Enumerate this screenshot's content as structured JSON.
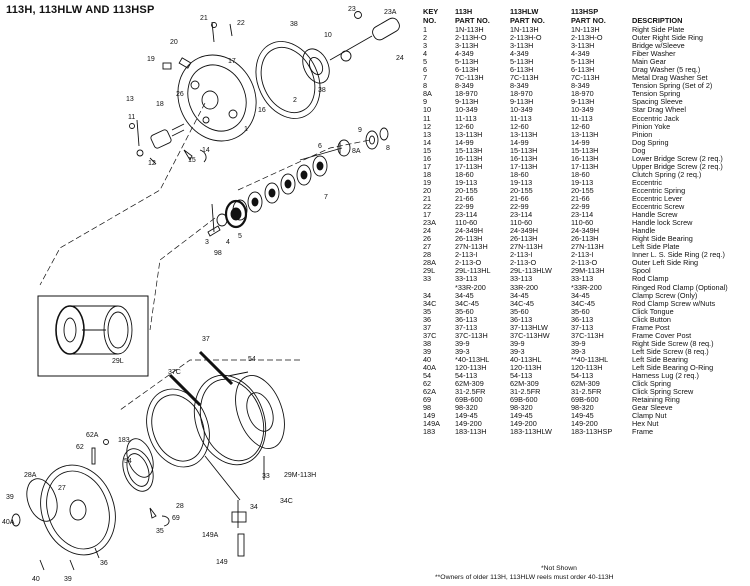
{
  "title": "113H, 113HLW AND 113HSP",
  "headers": {
    "key_1": "KEY",
    "key_2": "NO.",
    "c113h_1": "113H",
    "c113h_2": "PART NO.",
    "c113hlw_1": "113HLW",
    "c113hlw_2": "PART NO.",
    "c113hsp_1": "113HSP",
    "c113hsp_2": "PART NO.",
    "desc": "DESCRIPTION"
  },
  "rows": [
    [
      "1",
      "1N-113H",
      "1N-113H",
      "1N-113H",
      "Right Side Plate"
    ],
    [
      "2",
      "2-113H-O",
      "2-113H-O",
      "2-113H-O",
      "Outer Right Side Ring"
    ],
    [
      "3",
      "3-113H",
      "3-113H",
      "3-113H",
      "Bridge w/Sleeve"
    ],
    [
      "4",
      "4-349",
      "4-349",
      "4-349",
      "Fiber Washer"
    ],
    [
      "5",
      "5-113H",
      "5-113H",
      "5-113H",
      "Main Gear"
    ],
    [
      "6",
      "6-113H",
      "6-113H",
      "6-113H",
      "Drag Washer (5 req.)"
    ],
    [
      "7",
      "7C-113H",
      "7C-113H",
      "7C-113H",
      "Metal Drag Washer Set"
    ],
    [
      "8",
      "8-349",
      "8-349",
      "8-349",
      "Tension Spring (Set of 2)"
    ],
    [
      "8A",
      "18-970",
      "18-970",
      "18-970",
      "Tension Spring"
    ],
    [
      "9",
      "9-113H",
      "9-113H",
      "9-113H",
      "Spacing Sleeve"
    ],
    [
      "10",
      "10-349",
      "10-349",
      "10-349",
      "Star Drag Wheel"
    ],
    [
      "11",
      "11-113",
      "11-113",
      "11-113",
      "Eccentric Jack"
    ],
    [
      "12",
      "12-60",
      "12-60",
      "12-60",
      "Pinion Yoke"
    ],
    [
      "13",
      "13-113H",
      "13-113H",
      "13-113H",
      "Pinion"
    ],
    [
      "14",
      "14-99",
      "14-99",
      "14-99",
      "Dog Spring"
    ],
    [
      "15",
      "15-113H",
      "15-113H",
      "15-113H",
      "Dog"
    ],
    [
      "16",
      "16-113H",
      "16-113H",
      "16-113H",
      "Lower Bridge Screw (2 req.)"
    ],
    [
      "17",
      "17-113H",
      "17-113H",
      "17-113H",
      "Upper Bridge Screw (2 req.)"
    ],
    [
      "18",
      "18-60",
      "18-60",
      "18-60",
      "Clutch Spring (2 req.)"
    ],
    [
      "19",
      "19-113",
      "19-113",
      "19-113",
      "Eccentric"
    ],
    [
      "20",
      "20-155",
      "20-155",
      "20-155",
      "Eccentric Spring"
    ],
    [
      "21",
      "21-66",
      "21-66",
      "21-66",
      "Eccentric Lever"
    ],
    [
      "22",
      "22-99",
      "22-99",
      "22-99",
      "Eccentric Screw"
    ],
    [
      "17",
      "23-114",
      "23-114",
      "23-114",
      "Handle Screw"
    ],
    [
      "23A",
      "110-60",
      "110-60",
      "110-60",
      "Handle lock Screw"
    ],
    [
      "24",
      "24-349H",
      "24-349H",
      "24-349H",
      "Handle"
    ],
    [
      "26",
      "26-113H",
      "26-113H",
      "26-113H",
      "Right Side Bearing"
    ],
    [
      "27",
      "27N-113H",
      "27N-113H",
      "27N-113H",
      "Left Side Plate"
    ],
    [
      "28",
      "2-113-I",
      "2-113-I",
      "2-113-I",
      "Inner L. S. Side Ring (2 req.)"
    ],
    [
      "28A",
      "2-113-O",
      "2-113-O",
      "2-113-O",
      "Outer Left Side Ring"
    ],
    [
      "29L",
      "29L-113HL",
      "29L-113HLW",
      "29M-113H",
      "Spool"
    ],
    [
      "33",
      "33-113",
      "33-113",
      "33-113",
      "Rod Clamp"
    ],
    [
      "",
      "*33R-200",
      "33R-200",
      "*33R-200",
      "Ringed Rod Clamp (Optional)"
    ],
    [
      "34",
      "34-45",
      "34-45",
      "34-45",
      "Clamp Screw (Only)"
    ],
    [
      "34C",
      "34C-45",
      "34C-45",
      "34C-45",
      "Rod Clamp Screw w/Nuts"
    ],
    [
      "35",
      "35-60",
      "35-60",
      "35-60",
      "Click Tongue"
    ],
    [
      "36",
      "36-113",
      "36-113",
      "36-113",
      "Click Button"
    ],
    [
      "37",
      "37-113",
      "37-113HLW",
      "37-113",
      "Frame Post"
    ],
    [
      "37C",
      "37C-113H",
      "37C-113HW",
      "37C-113H",
      "Frame Cover Post"
    ],
    [
      "38",
      "39-9",
      "39-9",
      "39-9",
      "Right Side Screw (8 req.)"
    ],
    [
      "39",
      "39-3",
      "39-3",
      "39-3",
      "Left Side Screw (8 req.)"
    ],
    [
      "40",
      "*40-113HL",
      "40-113HL",
      "**40-113HL",
      "Left Side Bearing"
    ],
    [
      "40A",
      "120-113H",
      "120-113H",
      "120-113H",
      "Left Side Bearing O-Ring"
    ],
    [
      "54",
      "54-113",
      "54-113",
      "54-113",
      "Harness Lug (2 req.)"
    ],
    [
      "62",
      "62M-309",
      "62M-309",
      "62M-309",
      "Click Spring"
    ],
    [
      "62A",
      "31-2.5FR",
      "31-2.5FR",
      "31-2.5FR",
      "Click Spring Screw"
    ],
    [
      "69",
      "69B-600",
      "69B-600",
      "69B-600",
      "Retaining Ring"
    ],
    [
      "98",
      "98-320",
      "98-320",
      "98-320",
      "Gear Sleeve"
    ],
    [
      "149",
      "149-45",
      "149-45",
      "149-45",
      "Clamp Nut"
    ],
    [
      "149A",
      "149-200",
      "149-200",
      "149-200",
      "Hex Nut"
    ],
    [
      "183",
      "183-113H",
      "183-113HLW",
      "183-113HSP",
      "Frame"
    ]
  ],
  "footnotes": {
    "not_shown": "*Not Shown",
    "owners_note": "**Owners of older 113H, 113HLW reels must order 40-113H"
  },
  "diagram_labels": {
    "l21": "21",
    "l22": "22",
    "l38a": "38",
    "l10": "10",
    "l23": "23",
    "l23a": "23A",
    "l20": "20",
    "l19": "19",
    "l17": "17",
    "l24": "24",
    "l38b": "38",
    "l13": "13",
    "l18": "18",
    "l26": "26",
    "l11": "11",
    "l16": "16",
    "l2": "2",
    "l1": "1",
    "l12": "12",
    "l14": "14",
    "l15": "15",
    "l9": "9",
    "l8a": "8A",
    "l8": "8",
    "l6": "6",
    "l7": "7",
    "l3": "3",
    "l98": "98",
    "l4": "4",
    "l5": "5",
    "l29l": "29L",
    "l37": "37",
    "l54a": "54",
    "l37c": "37C",
    "l62a": "62A",
    "l183": "183",
    "l62": "62",
    "l54b": "54",
    "l28a": "28A",
    "l27": "27",
    "l28": "28",
    "l29m": "29M-113H",
    "l34": "34",
    "l33": "33",
    "l34c": "34C",
    "l39": "39",
    "l40a": "40A",
    "l40": "40",
    "l39b": "39",
    "l36": "36",
    "l35": "35",
    "l69": "69",
    "l149a": "149A",
    "l149": "149"
  }
}
